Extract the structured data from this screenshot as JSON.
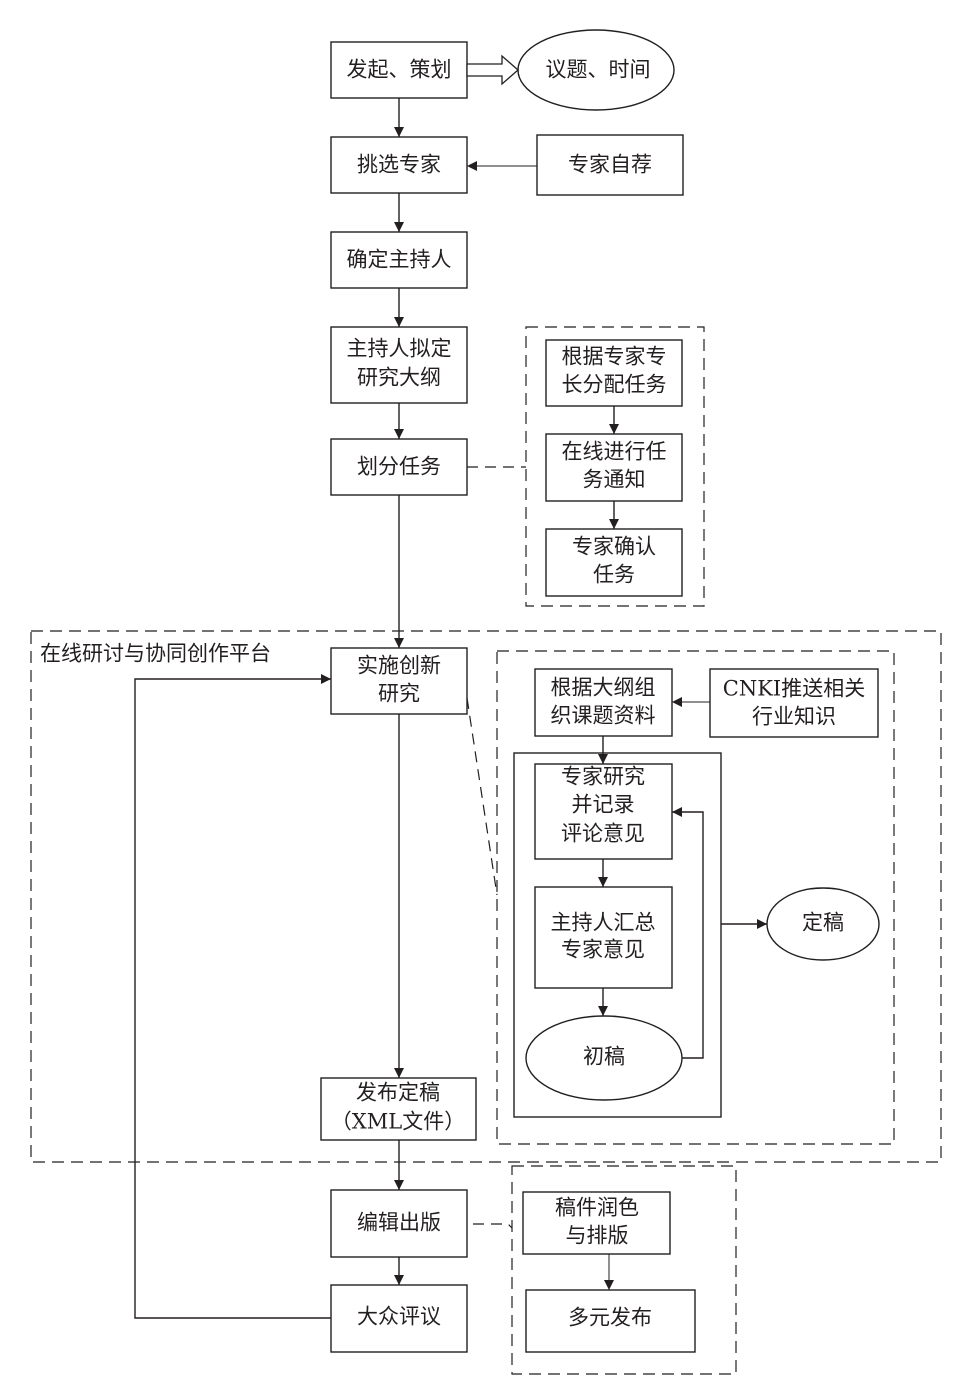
{
  "diagram": {
    "nodes": {
      "initiate": "发起、策划",
      "topic_time": "议题、时间",
      "select_experts": "挑选专家",
      "self_recommend": "专家自荐",
      "host": "确定主持人",
      "outline_l1": "主持人拟定",
      "outline_l2": "研究大纲",
      "divide": "划分任务",
      "assign_l1": "根据专家专",
      "assign_l2": "长分配任务",
      "notify_l1": "在线进行任",
      "notify_l2": "务通知",
      "confirm_l1": "专家确认",
      "confirm_l2": "任务",
      "research_l1": "实施创新",
      "research_l2": "研究",
      "organize_l1": "根据大纲组",
      "organize_l2": "织课题资料",
      "cnki_l1": "CNKI推送相关",
      "cnki_l2": "行业知识",
      "expert_l1": "专家研究",
      "expert_l2": "并记录",
      "expert_l3": "评论意见",
      "summary_l1": "主持人汇总",
      "summary_l2": "专家意见",
      "draft": "初稿",
      "final": "定稿",
      "publish_l1": "发布定稿",
      "publish_l2": "（XML文件）",
      "edit": "编辑出版",
      "review": "大众评议",
      "polish_l1": "稿件润色",
      "polish_l2": "与排版",
      "multi_publish": "多元发布"
    },
    "groups": {
      "platform": "在线研讨与协同创作平台"
    }
  }
}
